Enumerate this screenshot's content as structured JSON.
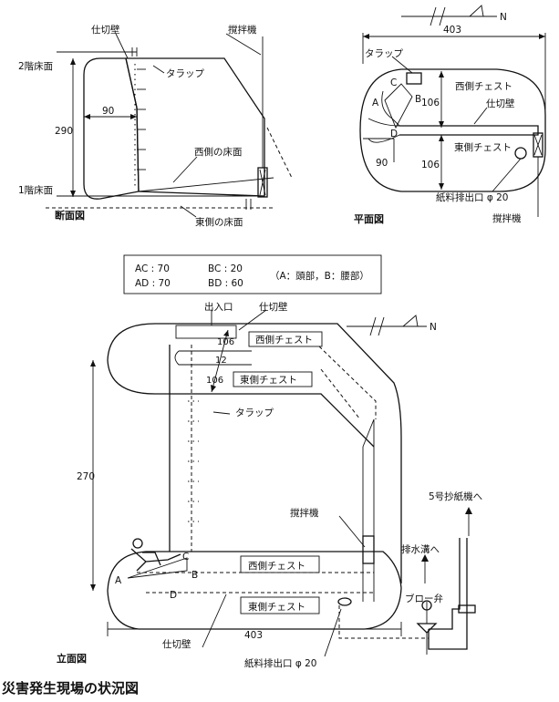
{
  "section": {
    "view_label": "断面図",
    "partition": "仕切壁",
    "agitator": "撹拌機",
    "floor2": "2階床面",
    "floor1": "1階床面",
    "trap": "タラップ",
    "dim_height": "290",
    "dim_width": "90",
    "west_floor": "西側の床面",
    "east_floor": "東側の床面"
  },
  "plan": {
    "view_label": "平面図",
    "north": "N",
    "dim_length": "403",
    "trap": "タラップ",
    "west_chest": "西側チェスト",
    "partition": "仕切壁",
    "east_chest": "東側チェスト",
    "dim_106a": "106",
    "dim_106b": "106",
    "dim_90": "90",
    "outlet": "紙料排出口 φ 20",
    "agitator": "撹拌機",
    "pt_a": "A",
    "pt_b": "B",
    "pt_c": "C",
    "pt_d": "D"
  },
  "legend": {
    "ac": "AC : 70",
    "bc": "BC : 20",
    "ad": "AD : 70",
    "bd": "BD : 60",
    "note": "（A：頭部，B：腰部）"
  },
  "elevation": {
    "view_label": "立面図",
    "north": "N",
    "entrance": "出入口",
    "partition_top": "仕切壁",
    "west_chest_top": "西側チェスト",
    "east_chest_top": "東側チェスト",
    "dim_106a": "106",
    "dim_12": "12",
    "dim_106b": "106",
    "trap": "タラップ",
    "dim_height": "270",
    "agitator": "撹拌機",
    "paper_machine": "5号抄紙機へ",
    "drain": "排水溝へ",
    "blow_valve": "ブロー弁",
    "west_chest_bottom": "西側チェスト",
    "east_chest_bottom": "東側チェスト",
    "dim_length": "403",
    "partition_bottom": "仕切壁",
    "outlet": "紙料排出口 φ 20",
    "pt_a": "A",
    "pt_b": "B",
    "pt_c": "C",
    "pt_d": "D"
  },
  "caption": "災害発生現場の状況図"
}
